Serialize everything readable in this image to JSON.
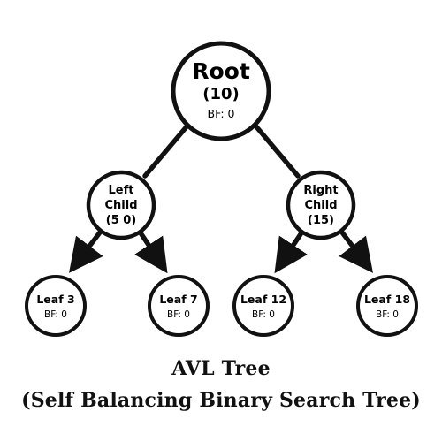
{
  "diagram": {
    "root": {
      "name": "Root",
      "value": "(10)",
      "bf": "BF: 0"
    },
    "left_child": {
      "line1": "Left",
      "line2": "Child",
      "line3": "(5 0)"
    },
    "right_child": {
      "line1": "Right",
      "line2": "Child",
      "line3": "(15)"
    },
    "leaves": [
      {
        "name": "Leaf 3",
        "bf": "BF: 0"
      },
      {
        "name": "Leaf 7",
        "bf": "BF: 0"
      },
      {
        "name": "Leaf 12",
        "bf": "BF: 0"
      },
      {
        "name": "Leaf 18",
        "bf": "BF: 0"
      }
    ]
  },
  "caption": {
    "line1": "AVL Tree",
    "line2": "(Self Balancing Binary Search Tree)"
  }
}
